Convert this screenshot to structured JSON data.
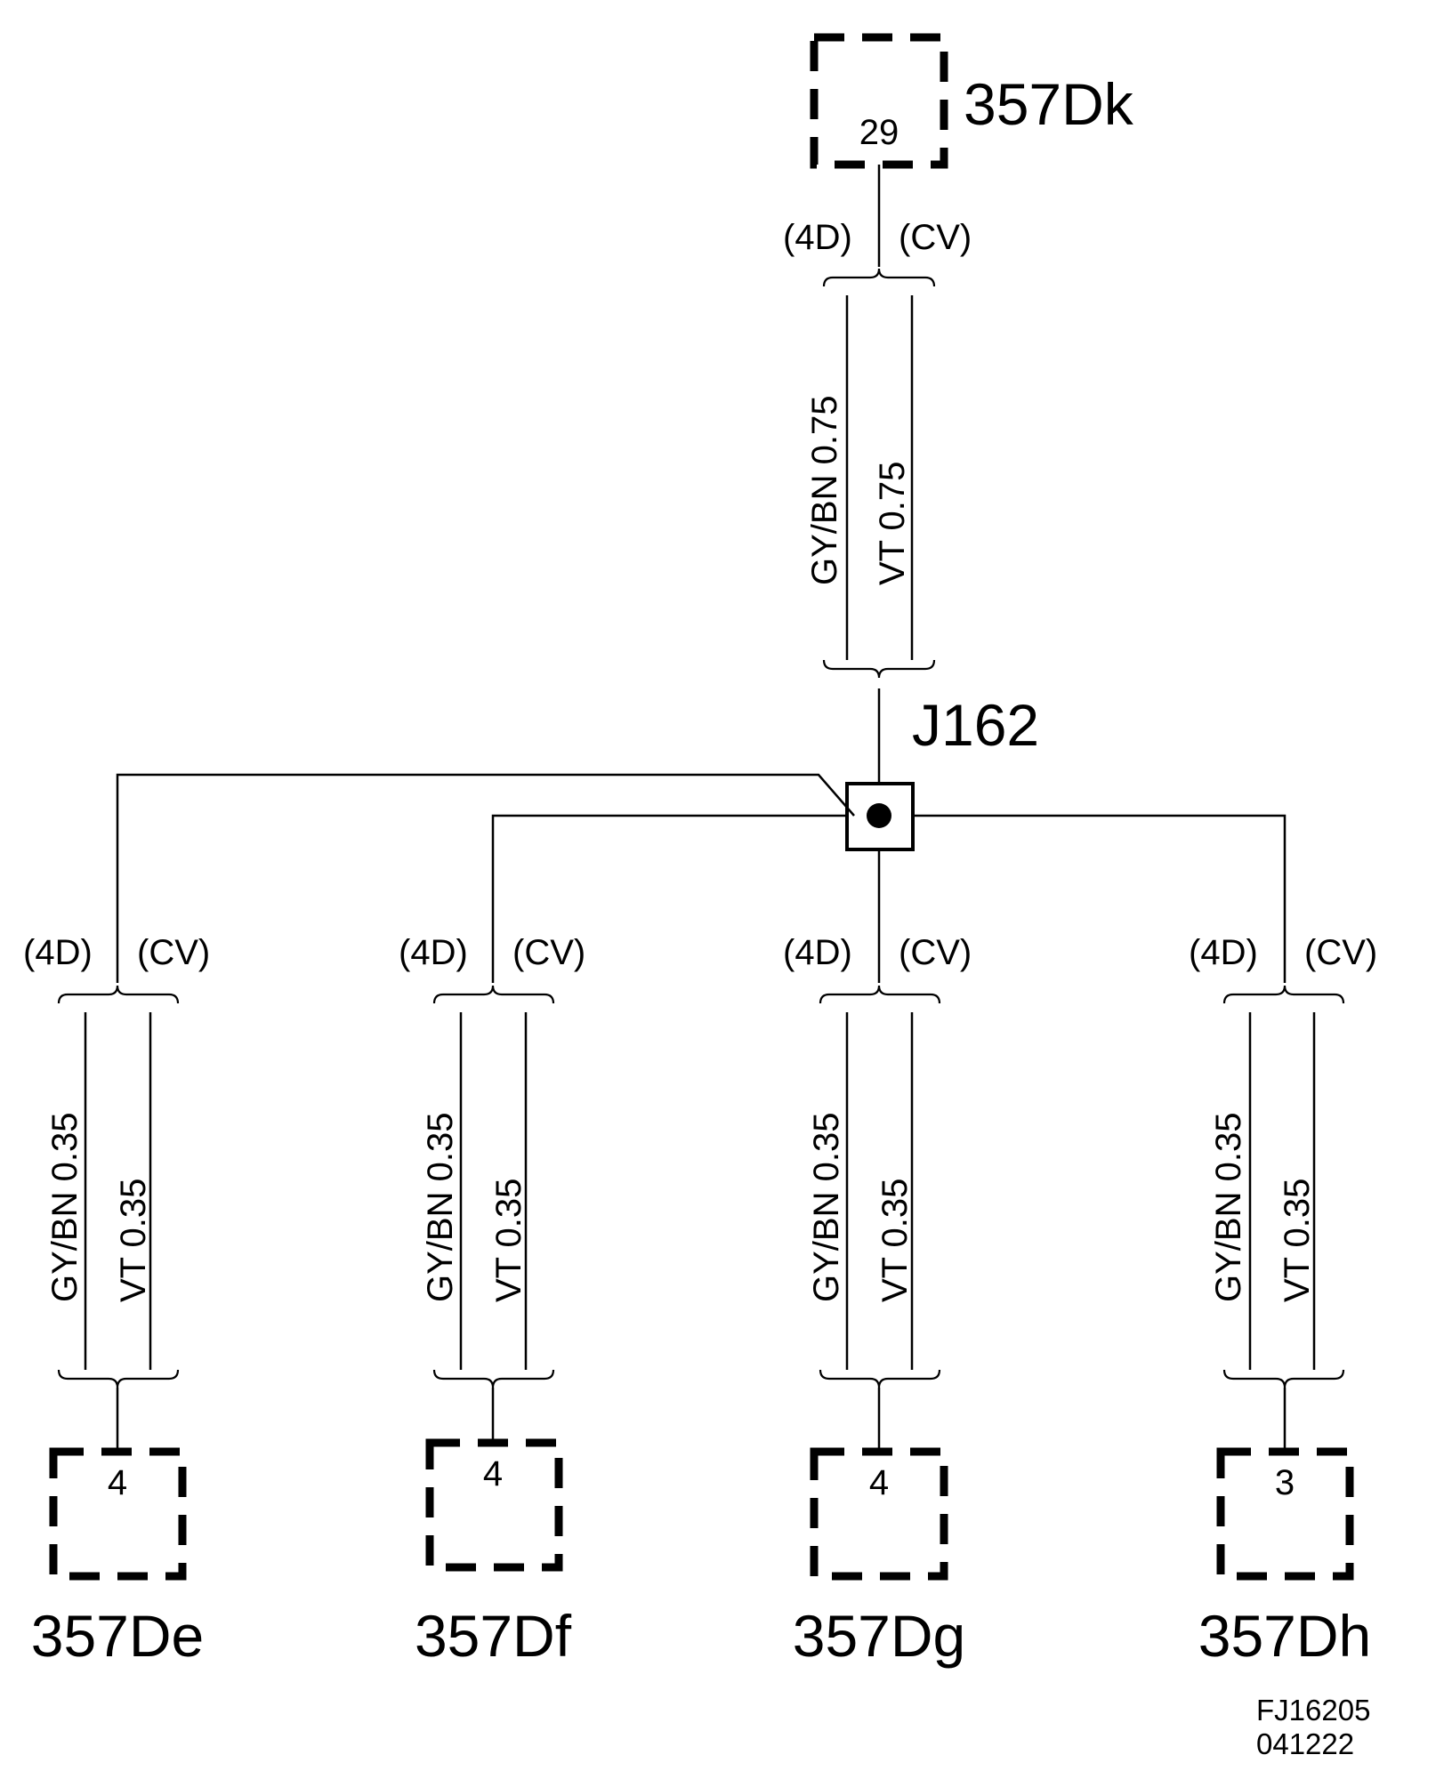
{
  "diagram": {
    "top_connector": {
      "name": "357Dk",
      "pin": "29"
    },
    "top_harness": {
      "left_tag": "(4D)",
      "right_tag": "(CV)",
      "wire_a": "GY/BN  0.75",
      "wire_b": "VT  0.75"
    },
    "splice": {
      "name": "J162"
    },
    "branches": [
      {
        "left_tag": "(4D)",
        "right_tag": "(CV)",
        "wire_a": "GY/BN  0.35",
        "wire_b": "VT  0.35",
        "connector": "357De",
        "pin": "4"
      },
      {
        "left_tag": "(4D)",
        "right_tag": "(CV)",
        "wire_a": "GY/BN  0.35",
        "wire_b": "VT  0.35",
        "connector": "357Df",
        "pin": "4"
      },
      {
        "left_tag": "(4D)",
        "right_tag": "(CV)",
        "wire_a": "GY/BN  0.35",
        "wire_b": "VT  0.35",
        "connector": "357Dg",
        "pin": "4"
      },
      {
        "left_tag": "(4D)",
        "right_tag": "(CV)",
        "wire_a": "GY/BN  0.35",
        "wire_b": "VT  0.35",
        "connector": "357Dh",
        "pin": "3"
      }
    ],
    "figure_code": [
      "FJ16205",
      "041222"
    ]
  }
}
